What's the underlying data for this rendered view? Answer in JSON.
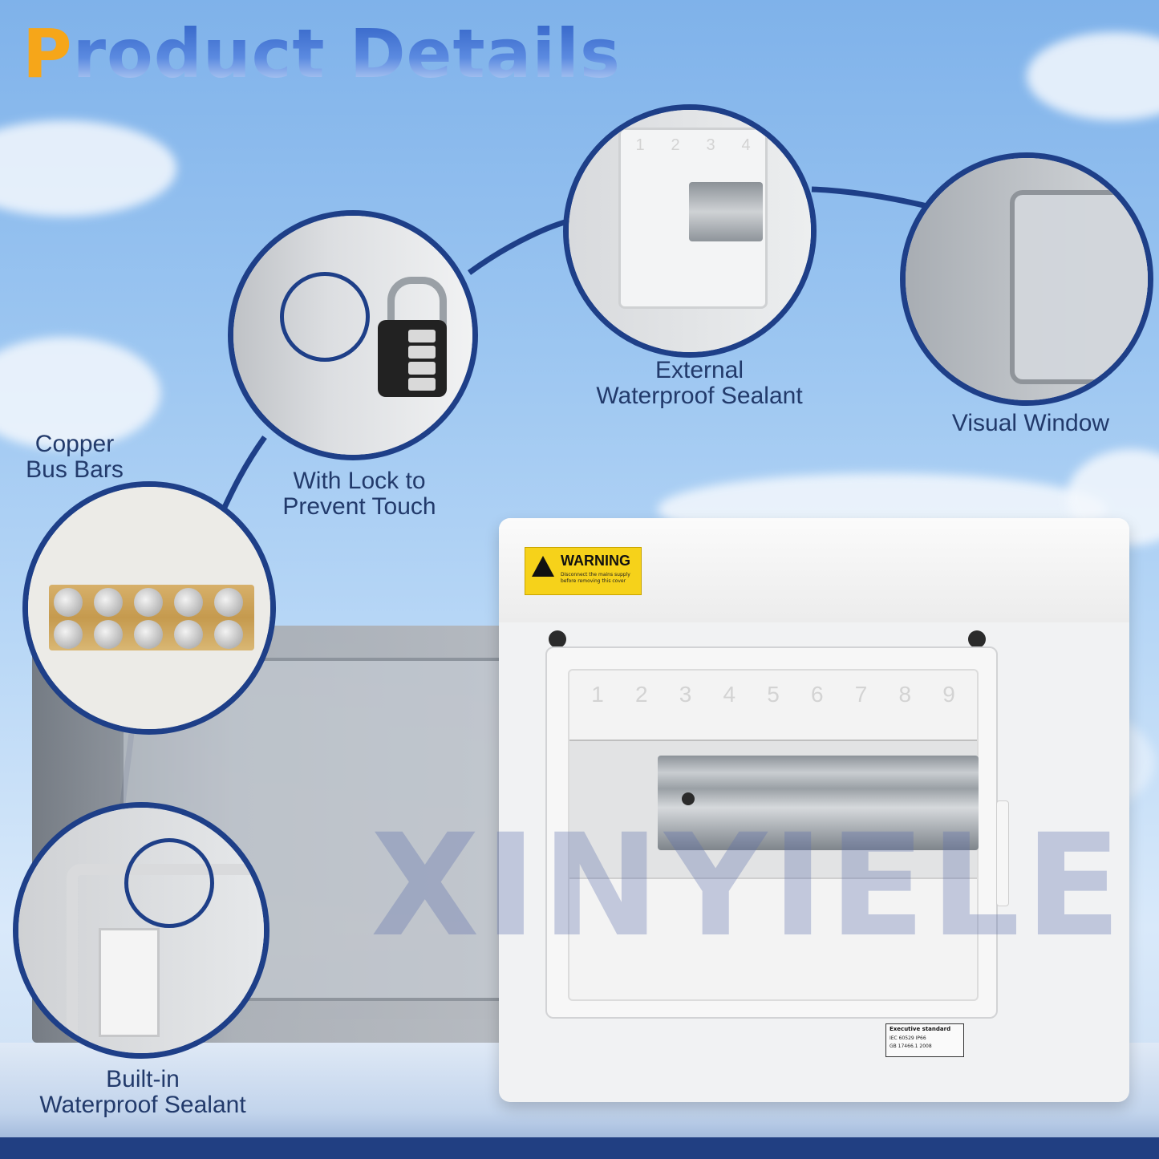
{
  "title": {
    "first_letter": "P",
    "rest": "roduct Details"
  },
  "watermark": "XINYIELE",
  "features": {
    "external_sealant": "External\nWaterproof Sealant",
    "visual_window": "Visual Window",
    "lock": "With Lock to\nPrevent Touch",
    "copper": "Copper\nBus Bars",
    "built_in_sealant": "Built-in\nWaterproof Sealant"
  },
  "warning_label": {
    "title": "WARNING",
    "text": "Disconnect the mains supply before removing this cover"
  },
  "standard_label": {
    "title": "Executive standard",
    "line1": "IEC 60529 IP66",
    "line2": "GB 17466.1 2008"
  },
  "module_numbers": [
    "1",
    "2",
    "3",
    "4",
    "5",
    "6",
    "7",
    "8",
    "9"
  ],
  "ext_numbers": [
    "1",
    "2",
    "3",
    "4"
  ],
  "colors": {
    "accent_orange": "#f6a619",
    "title_blue": "#2e5fc4",
    "ring_navy": "#1e3f88",
    "label_text": "#223a6b",
    "warning_yellow": "#f6d21a"
  }
}
